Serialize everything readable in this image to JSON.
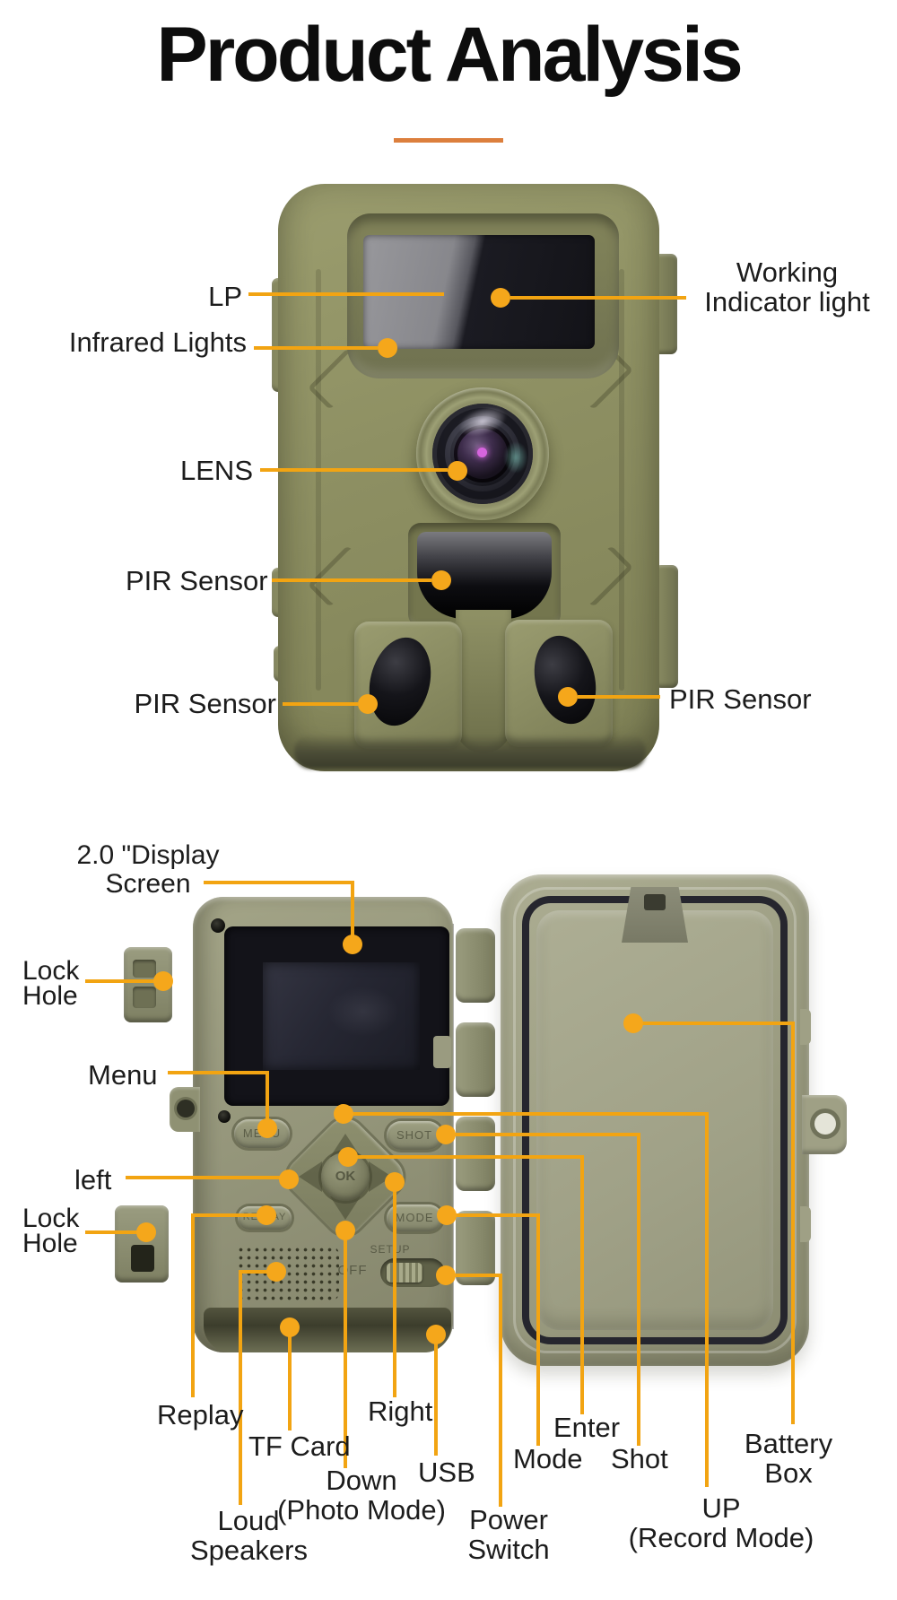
{
  "title": {
    "text": "Product Analysis"
  },
  "colors": {
    "accent_orange": "#F2A412",
    "title_underline": "#DC7F3D",
    "front_body_olive": "#8D8F62",
    "back_body_olive": "#94957A",
    "lid_interior": "#A0A187",
    "seal_dark": "#26262E",
    "label_text": "#1C1C1C"
  },
  "front": {
    "lp": "LP",
    "working_1": "Working",
    "working_2": "Indicator light",
    "infrared": "Infrared Lights",
    "lens": "LENS",
    "pir_top": "PIR Sensor",
    "pir_left": "PIR Sensor",
    "pir_right": "PIR Sensor"
  },
  "back": {
    "display_1": "2.0 \"Display",
    "display_2": "Screen",
    "lock_top_1": "Lock",
    "lock_top_2": "Hole",
    "menu": "Menu",
    "left": "left",
    "lock_bottom_1": "Lock",
    "lock_bottom_2": "Hole",
    "replay": "Replay",
    "tf_card": "TF Card",
    "down_1": "Down",
    "down_2": "(Photo Mode)",
    "loud_1": "Loud",
    "loud_2": "Speakers",
    "right": "Right",
    "usb": "USB",
    "power_1": "Power",
    "power_2": "Switch",
    "mode": "Mode",
    "enter": "Enter",
    "shot": "Shot",
    "up_1": "UP",
    "up_2": "(Record Mode)",
    "battery_1": "Battery",
    "battery_2": "Box"
  },
  "device": {
    "btn_menu": "MENU",
    "btn_shot": "SHOT",
    "btn_replay": "REPLAY",
    "btn_mode": "MODE",
    "btn_ok": "OK",
    "switch_off": "OFF",
    "switch_setup": "SETUP"
  }
}
